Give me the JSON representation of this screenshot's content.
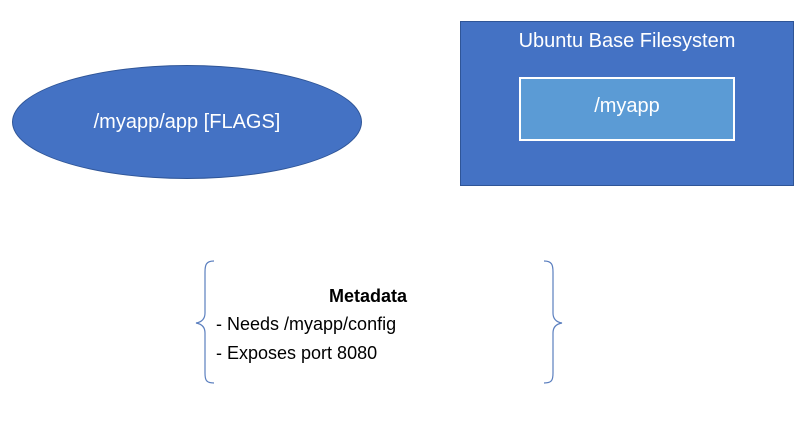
{
  "process": {
    "label": "/myapp/app [FLAGS]"
  },
  "filesystem": {
    "title": "Ubuntu Base Filesystem",
    "directory": "/myapp"
  },
  "metadata": {
    "title": "Metadata",
    "lines": [
      "- Needs /myapp/config",
      "- Exposes port 8080"
    ]
  },
  "colors": {
    "shape_fill": "#4472c4",
    "shape_border": "#2f5597",
    "inner_fill": "#5b9bd5",
    "brace_stroke": "#5b7fbf"
  }
}
